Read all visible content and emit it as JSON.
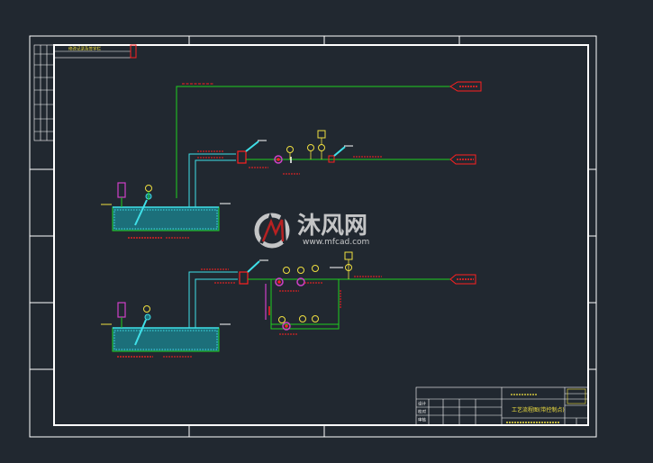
{
  "colors": {
    "background": "#212830",
    "frame": "#ffffff",
    "pipe_green": "#1fd01f",
    "pipe_cyan": "#3fe0e8",
    "pipe_magenta": "#d040c8",
    "red": "#ff2020",
    "yellow": "#f0e040",
    "tank_fill": "#1c6f7a"
  },
  "watermark": {
    "brand": "沐风网",
    "url": "www.mfcad.com"
  },
  "title_block": {
    "drawing_title": "工艺流程图(带控制点)",
    "rows_left": [
      "设计",
      "校对",
      "审核"
    ]
  },
  "revision_table": {
    "header": "修改记录及签字栏"
  },
  "icons": [
    "logo-icon",
    "instrument-bubble-icon",
    "pump-icon",
    "valve-icon",
    "arrow-flag-icon"
  ]
}
